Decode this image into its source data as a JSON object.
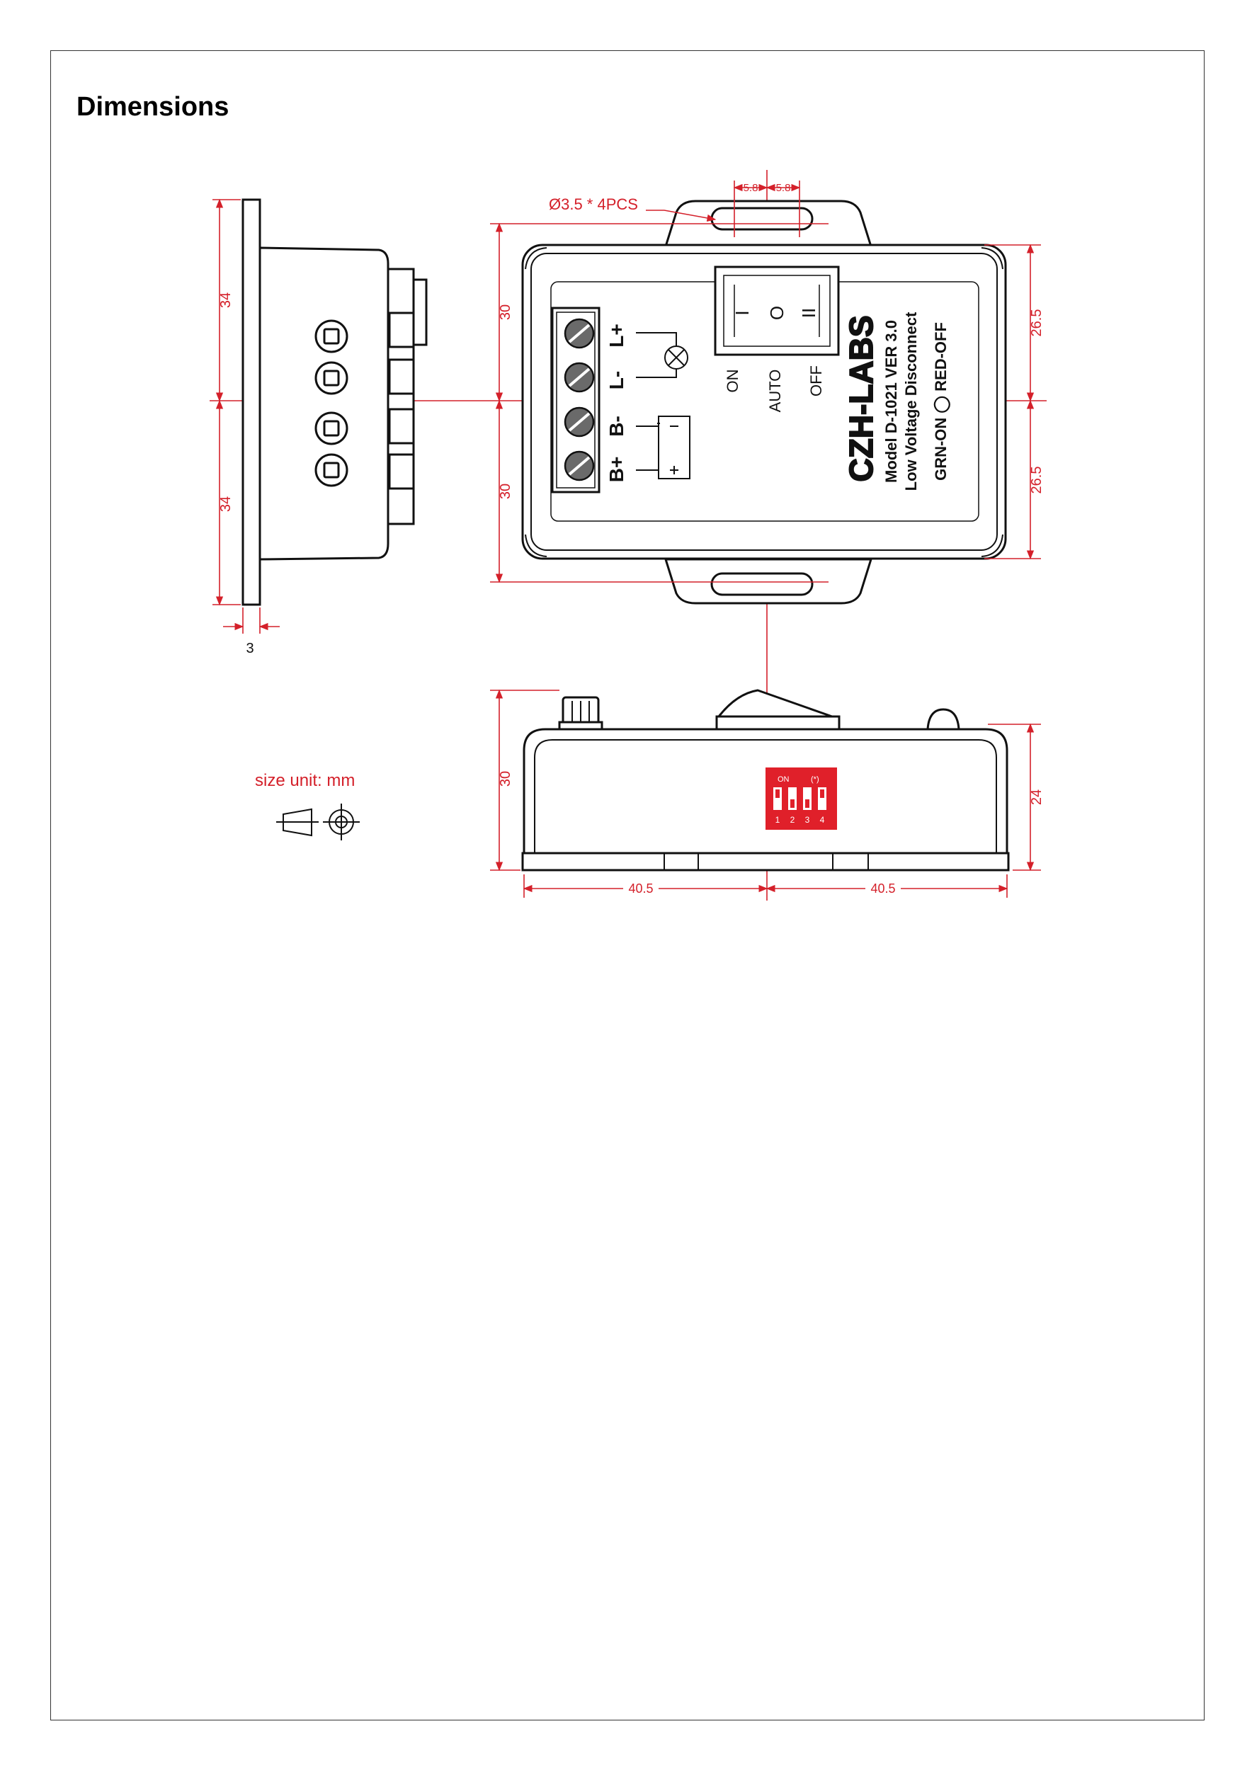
{
  "title": "Dimensions",
  "colors": {
    "dimension": "#d4202a",
    "outline": "#111111",
    "dip_switch": "#e0202a"
  },
  "side_view": {
    "dim_top": "34",
    "dim_bottom": "34",
    "dim_thickness": "3"
  },
  "front_view": {
    "hole_spec": "Ø3.5 * 4PCS",
    "slot_left": "5.8",
    "slot_right": "5.8",
    "dim_upper": "30",
    "dim_lower": "30",
    "dim_right_upper": "26.5",
    "dim_right_lower": "26.5",
    "terminals": {
      "b_plus": "B+",
      "b_minus": "B-",
      "l_minus": "L-",
      "l_plus": "L+"
    },
    "switch": {
      "on": "ON",
      "auto": "AUTO",
      "off": "OFF",
      "sym_left": "I",
      "sym_mid": "O",
      "sym_right": "II"
    },
    "label": {
      "brand": "CZH-LABS",
      "model": "Model D-1021  VER 3.0",
      "product": "Low Voltage Disconnect",
      "led": "GRN-ON  ◯  RED-OFF"
    }
  },
  "bottom_view": {
    "dim_height": "30",
    "dim_right": "24",
    "dim_left_width": "40.5",
    "dim_right_width": "40.5",
    "dip": {
      "on": "ON",
      "star": "(*)",
      "n1": "1",
      "n2": "2",
      "n3": "3",
      "n4": "4"
    }
  },
  "legend": {
    "unit": "size unit: mm"
  }
}
